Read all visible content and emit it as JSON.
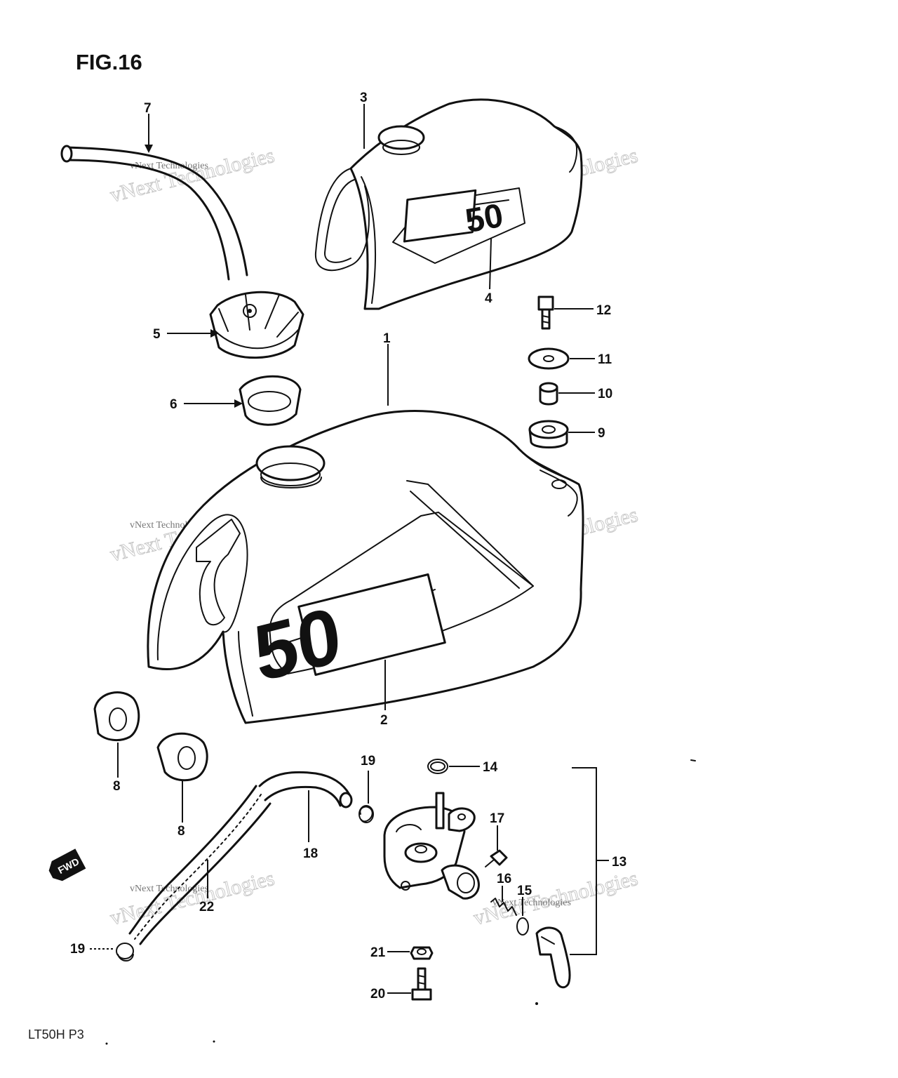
{
  "figure": {
    "title": "FIG.16",
    "footer_code": "LT50H P3"
  },
  "callouts": [
    {
      "id": "1",
      "label": "1"
    },
    {
      "id": "2",
      "label": "2"
    },
    {
      "id": "3",
      "label": "3"
    },
    {
      "id": "4",
      "label": "4"
    },
    {
      "id": "5",
      "label": "5"
    },
    {
      "id": "6",
      "label": "6"
    },
    {
      "id": "7",
      "label": "7"
    },
    {
      "id": "8a",
      "label": "8"
    },
    {
      "id": "8b",
      "label": "8"
    },
    {
      "id": "9",
      "label": "9"
    },
    {
      "id": "10",
      "label": "10"
    },
    {
      "id": "11",
      "label": "11"
    },
    {
      "id": "12",
      "label": "12"
    },
    {
      "id": "13",
      "label": "13"
    },
    {
      "id": "14",
      "label": "14"
    },
    {
      "id": "15",
      "label": "15"
    },
    {
      "id": "16",
      "label": "16"
    },
    {
      "id": "17",
      "label": "17"
    },
    {
      "id": "18",
      "label": "18"
    },
    {
      "id": "19a",
      "label": "19"
    },
    {
      "id": "19b",
      "label": "19"
    },
    {
      "id": "20",
      "label": "20"
    },
    {
      "id": "21",
      "label": "21"
    },
    {
      "id": "22",
      "label": "22"
    }
  ],
  "direction_tag": "FWD",
  "tank_badge": "50",
  "watermark": {
    "big": "vNext Technologies",
    "small": "vNext Technologies"
  }
}
